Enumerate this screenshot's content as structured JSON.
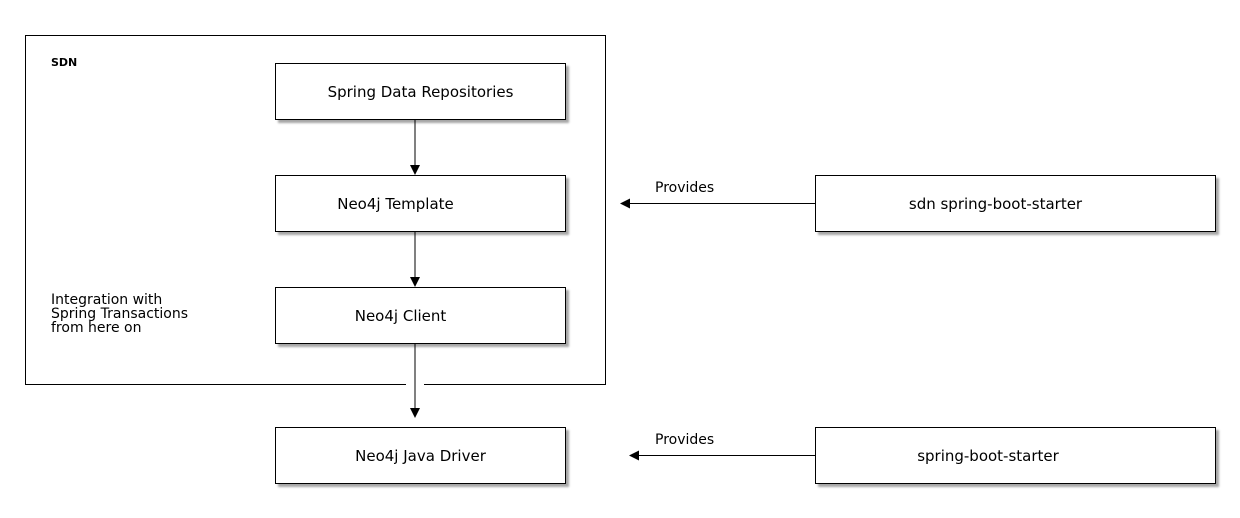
{
  "group": {
    "label": "SDN"
  },
  "note": {
    "lines": [
      "Integration with",
      "Spring Transactions",
      "from here on"
    ]
  },
  "nodes": {
    "repositories": "Spring Data Repositories",
    "template": "Neo4j Template",
    "client": "Neo4j Client",
    "driver": "Neo4j Java Driver",
    "sdn_starter": "sdn spring-boot-starter",
    "boot_starter": "spring-boot-starter"
  },
  "edges": {
    "provides_top": "Provides",
    "provides_bottom": "Provides"
  },
  "colors": {
    "stroke": "#000000",
    "fill": "#ffffff"
  }
}
